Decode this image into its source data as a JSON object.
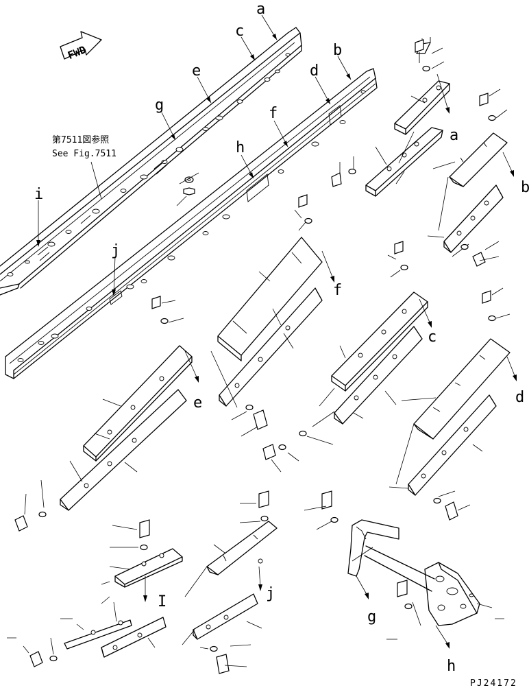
{
  "diagram": {
    "fwd_label": "FWD",
    "reference_note_jp": "第7511図参照",
    "reference_note_en": "See Fig.7511",
    "drawing_code": "PJ24172",
    "callouts": {
      "a": "a",
      "b": "b",
      "c": "c",
      "d": "d",
      "e": "e",
      "f": "f",
      "g": "g",
      "h": "h",
      "i": "i",
      "j": "j"
    },
    "arrow_labels": {
      "a": "a",
      "b": "b",
      "c": "c",
      "d": "d",
      "e": "e",
      "f": "f",
      "g": "g",
      "h": "h",
      "i": "I",
      "j": "j"
    }
  }
}
